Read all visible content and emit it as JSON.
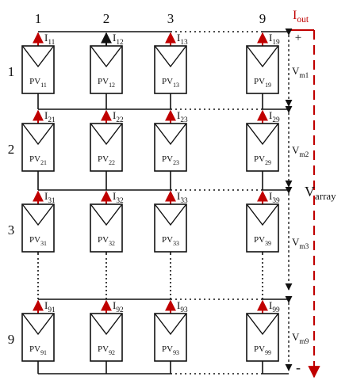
{
  "column_labels": [
    "1",
    "2",
    "3",
    "9"
  ],
  "row_labels": [
    "1",
    "2",
    "3",
    "9"
  ],
  "modules": [
    [
      "11",
      "12",
      "13",
      "19"
    ],
    [
      "21",
      "22",
      "23",
      "29"
    ],
    [
      "31",
      "32",
      "33",
      "39"
    ],
    [
      "91",
      "92",
      "93",
      "99"
    ]
  ],
  "module_prefix": "PV",
  "current_prefix": "I",
  "output_current": {
    "base": "I",
    "sub": "out"
  },
  "array_voltage": {
    "base": "V",
    "sub": "array"
  },
  "module_voltages": [
    {
      "base": "V",
      "sub": "m1"
    },
    {
      "base": "V",
      "sub": "m2"
    },
    {
      "base": "V",
      "sub": "m3"
    },
    {
      "base": "V",
      "sub": "m9"
    }
  ],
  "polarity": {
    "plus": "+",
    "minus": "-"
  },
  "colors": {
    "wire": "#111111",
    "current": "#c00000",
    "output": "#c00000"
  }
}
